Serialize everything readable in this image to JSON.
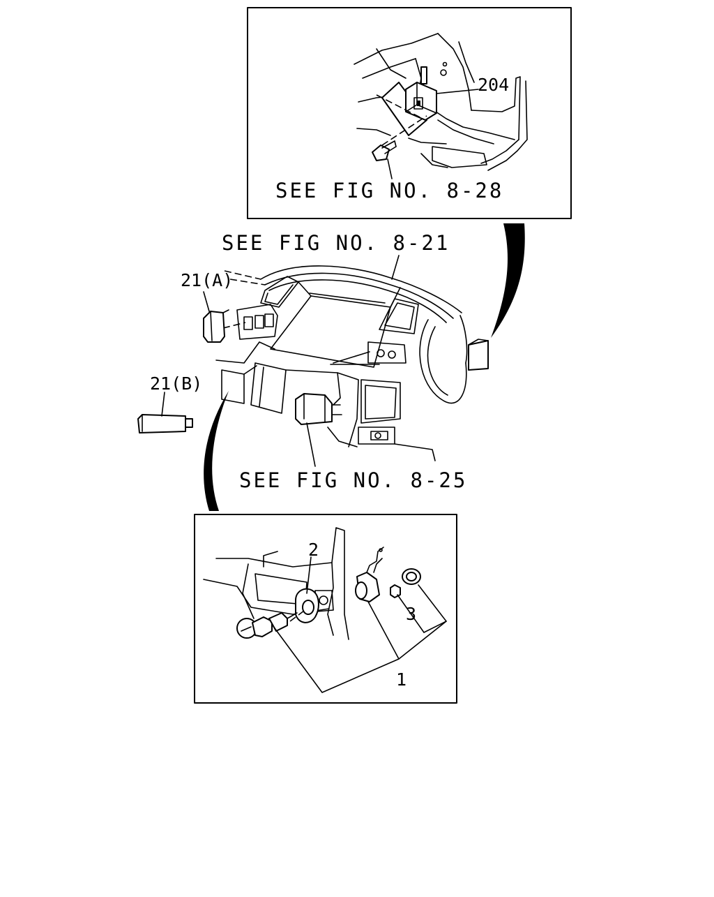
{
  "labels": {
    "ref_fig_8_28": "SEE FIG NO. 8-28",
    "ref_fig_8_21": "SEE FIG NO. 8-21",
    "ref_fig_8_25": "SEE FIG NO. 8-25"
  },
  "callouts": {
    "relay": "204",
    "switch_a": "21(A)",
    "switch_b": "21(B)",
    "part_1": "1",
    "part_2": "2",
    "part_3": "3"
  }
}
